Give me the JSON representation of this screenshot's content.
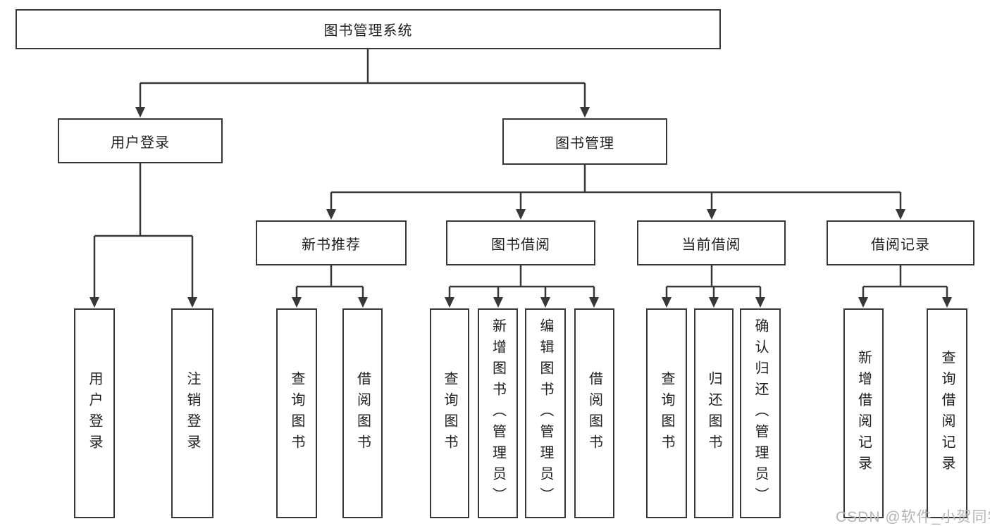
{
  "diagram": {
    "root": {
      "label": "图书管理系统"
    },
    "level2": [
      {
        "label": "用户登录"
      },
      {
        "label": "图书管理"
      }
    ],
    "level3": [
      {
        "label": "新书推荐"
      },
      {
        "label": "图书借阅"
      },
      {
        "label": "当前借阅"
      },
      {
        "label": "借阅记录"
      }
    ],
    "leaves": [
      {
        "label": "用户登录"
      },
      {
        "label": "注销登录"
      },
      {
        "label": "查询图书"
      },
      {
        "label": "借阅图书"
      },
      {
        "label": "查询图书"
      },
      {
        "label": "新增图书（管理员）"
      },
      {
        "label": "编辑图书（管理员）"
      },
      {
        "label": "借阅图书"
      },
      {
        "label": "查询图书"
      },
      {
        "label": "归还图书"
      },
      {
        "label": "确认归还（管理员）"
      },
      {
        "label": "新增借阅记录"
      },
      {
        "label": "查询借阅记录"
      }
    ]
  },
  "watermark": {
    "text": "CSDN @软件_小贺同学"
  },
  "colors": {
    "line": "#383838",
    "ink": "#1f1f1f",
    "paper": "#ffffff",
    "watermark": "#b5b5b5"
  }
}
